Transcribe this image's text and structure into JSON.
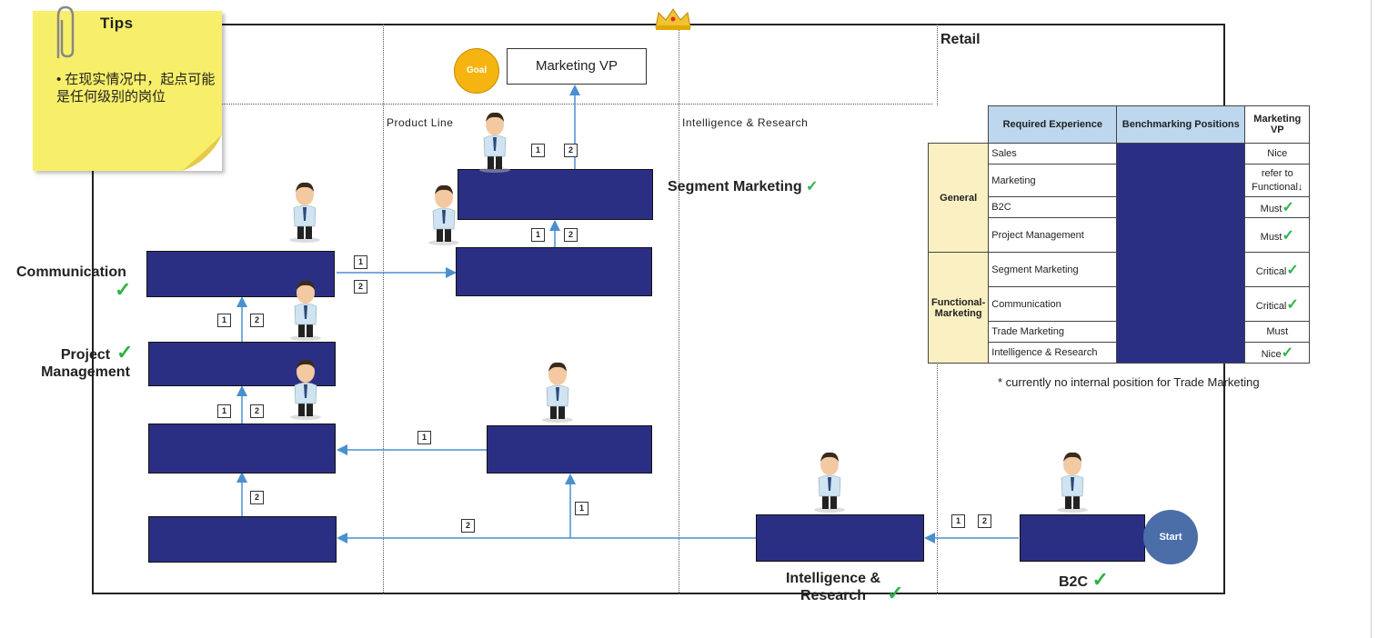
{
  "tips": {
    "title": "Tips",
    "bullet": "在现实情况中，起点可能是任何级别的岗位"
  },
  "zones": {
    "product_line": "Product Line",
    "intel_research": "Intelligence & Research",
    "retail": "Retail"
  },
  "goal": {
    "circle": "Goal",
    "box": "Marketing VP"
  },
  "start": "Start",
  "labels": {
    "segment_marketing": "Segment Marketing",
    "communication": "Communication",
    "project_management": "Project Management",
    "intelligence_research": "Intelligence & Research",
    "b2c": "B2C"
  },
  "check": "✓",
  "step": {
    "one": "1",
    "two": "2"
  },
  "table": {
    "headers": [
      "Required Experience",
      "Benchmarking Positions",
      "Marketing VP"
    ],
    "groups": {
      "general": "General",
      "functional": "Functional-Marketing"
    },
    "rows": [
      {
        "exp": "Sales",
        "vp": "Nice"
      },
      {
        "exp": "Marketing",
        "vp": "refer to Functional↓"
      },
      {
        "exp": "B2C",
        "vp": "Must"
      },
      {
        "exp": "Project Management",
        "vp": "Must"
      },
      {
        "exp": "Segment Marketing",
        "vp": "Critical"
      },
      {
        "exp": "Communication",
        "vp": "Critical"
      },
      {
        "exp": "Trade Marketing",
        "vp": "Must"
      },
      {
        "exp": "Intelligence & Research",
        "vp": "Nice"
      }
    ]
  },
  "note": "* currently no internal position for Trade Marketing",
  "colors": {
    "box": "#2b2f84",
    "arrow": "#4a8fd0",
    "check": "#2db34a",
    "goal": "#f5b40f",
    "start": "#4b6ea8",
    "note": "#f7ef6a"
  }
}
